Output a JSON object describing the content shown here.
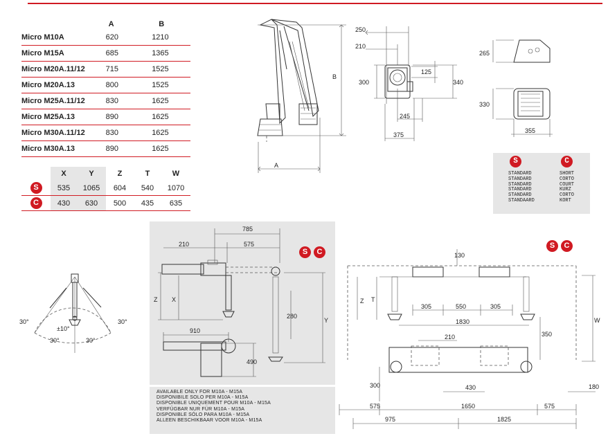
{
  "models_table": {
    "headers": [
      "",
      "A",
      "B"
    ],
    "rows": [
      {
        "model": "Micro M10A",
        "a": "620",
        "b": "1210"
      },
      {
        "model": "Micro M15A",
        "a": "685",
        "b": "1365"
      },
      {
        "model": "Micro M20A.11/12",
        "a": "715",
        "b": "1525"
      },
      {
        "model": "Micro M20A.13",
        "a": "800",
        "b": "1525"
      },
      {
        "model": "Micro M25A.11/12",
        "a": "830",
        "b": "1625"
      },
      {
        "model": "Micro M25A.13",
        "a": "890",
        "b": "1625"
      },
      {
        "model": "Micro M30A.11/12",
        "a": "830",
        "b": "1625"
      },
      {
        "model": "Micro M30A.13",
        "a": "890",
        "b": "1625"
      }
    ]
  },
  "sc_table": {
    "headers": [
      "X",
      "Y",
      "Z",
      "T",
      "W"
    ],
    "rows": [
      {
        "badge": "S",
        "values": [
          "535",
          "1065",
          "604",
          "540",
          "1070"
        ]
      },
      {
        "badge": "C",
        "values": [
          "430",
          "630",
          "500",
          "435",
          "635"
        ]
      }
    ]
  },
  "legend": {
    "s_badge": "S",
    "c_badge": "C",
    "s_lines": [
      "STANDARD",
      "STANDARD",
      "STANDARD",
      "STANDARD",
      "STANDARD",
      "STANDAARD"
    ],
    "c_lines": [
      "SHORT",
      "CORTO",
      "COURT",
      "KURZ",
      "CORTO",
      "KORT"
    ]
  },
  "dims": {
    "crane": {
      "b": "B",
      "a": "A"
    },
    "base": {
      "d250": "250",
      "d210": "210",
      "d300": "300",
      "d125": "125",
      "d340": "340",
      "d245": "245",
      "d375": "375"
    },
    "cover": {
      "d265": "265",
      "d330": "330",
      "d355": "355"
    },
    "swing": {
      "a30_1": "30°",
      "a30_2": "30°",
      "a30_3": "30°",
      "a30_4": "30°",
      "a10": "±10°"
    },
    "side": {
      "d785": "785",
      "d210": "210",
      "d575": "575",
      "z": "Z",
      "x": "X",
      "y": "Y",
      "d280": "280",
      "d910": "910",
      "d490": "490"
    },
    "right": {
      "d130": "130",
      "z": "Z",
      "t": "T",
      "w": "W",
      "d305a": "305",
      "d550": "550",
      "d305b": "305",
      "d1830": "1830",
      "d210": "210",
      "d350": "350",
      "d300": "300",
      "d430": "430",
      "d180": "180",
      "d575a": "575",
      "d1650": "1650",
      "d575b": "575",
      "d975": "975",
      "d1825": "1825"
    }
  },
  "sc_badges": {
    "s": "S",
    "c": "C"
  },
  "note_lines": [
    "AVAILABLE ONLY FOR  M10A - M15A",
    "DISPONIBILE SOLO PER M10A - M15A",
    "DISPONIBLE UNIQUEMENT POUR M10A - M15A",
    "VERFÜGBAR NUR FÜR M10A - M15A",
    "DISPONIBLE SÓLO PARA M10A - M15A",
    "ALLEEN BESCHIKBAAR VOOR M10A - M15A"
  ],
  "colors": {
    "accent": "#d01a22",
    "panel": "#e6e6e6"
  }
}
